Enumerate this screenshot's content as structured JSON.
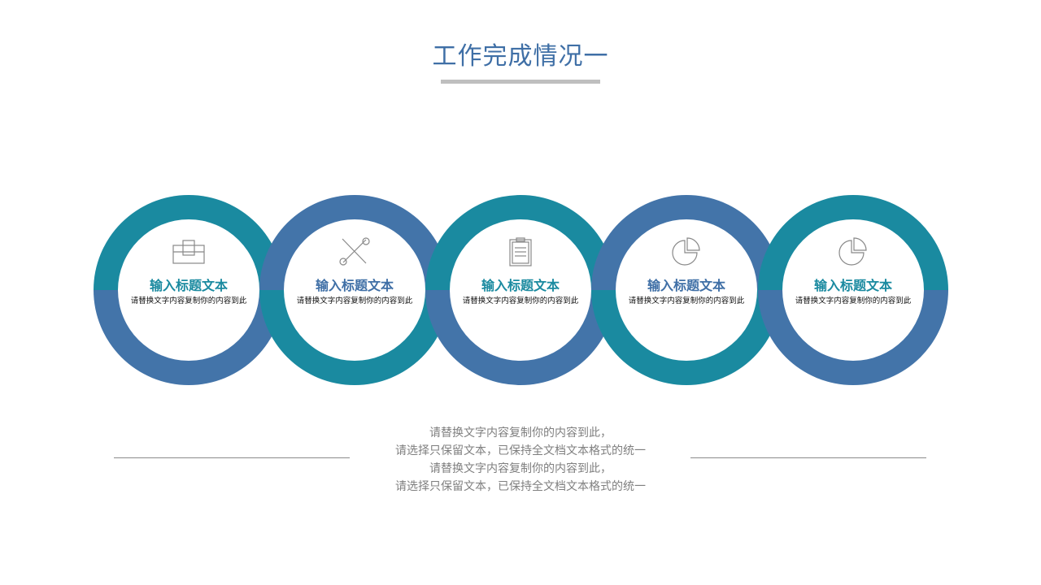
{
  "title": "工作完成情况一",
  "items": [
    {
      "icon": "toolbox-icon",
      "title": "输入标题文本",
      "desc": "请替换文字内容复制你的内容到此"
    },
    {
      "icon": "tools-icon",
      "title": "输入标题文本",
      "desc": "请替换文字内容复制你的内容到此"
    },
    {
      "icon": "clipboard-icon",
      "title": "输入标题文本",
      "desc": "请替换文字内容复制你的内容到此"
    },
    {
      "icon": "pie-chart-icon",
      "title": "输入标题文本",
      "desc": "请替换文字内容复制你的内容到此"
    },
    {
      "icon": "pie-chart-icon",
      "title": "输入标题文本",
      "desc": "请替换文字内容复制你的内容到此"
    }
  ],
  "paragraph": {
    "lines": [
      "请替换文字内容复制你的内容到此，",
      "请选择只保留文本，已保持全文档文本格式的统一",
      "请替换文字内容复制你的内容到此，",
      "请选择只保留文本，已保持全文档文本格式的统一"
    ]
  },
  "colors": {
    "teal": "#1a8aa0",
    "blue": "#4374a9"
  }
}
